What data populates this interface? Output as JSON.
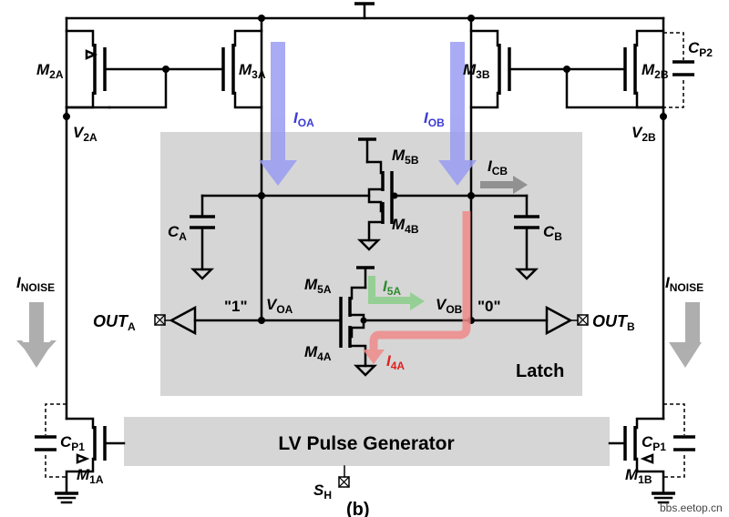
{
  "transistors": {
    "m2a": {
      "name": "M",
      "sub": "2A"
    },
    "m3a": {
      "name": "M",
      "sub": "3A"
    },
    "m3b": {
      "name": "M",
      "sub": "3B"
    },
    "m2b": {
      "name": "M",
      "sub": "2B"
    },
    "m5b": {
      "name": "M",
      "sub": "5B"
    },
    "m4b": {
      "name": "M",
      "sub": "4B"
    },
    "m5a": {
      "name": "M",
      "sub": "5A"
    },
    "m4a": {
      "name": "M",
      "sub": "4A"
    },
    "m1a": {
      "name": "M",
      "sub": "1A"
    },
    "m1b": {
      "name": "M",
      "sub": "1B"
    }
  },
  "nodes": {
    "v2a": {
      "name": "V",
      "sub": "2A"
    },
    "v2b": {
      "name": "V",
      "sub": "2B"
    },
    "voa": {
      "name": "V",
      "sub": "OA"
    },
    "vob": {
      "name": "V",
      "sub": "OB"
    }
  },
  "capacitors": {
    "cp2": {
      "name": "C",
      "sub": "P2"
    },
    "ca": {
      "name": "C",
      "sub": "A"
    },
    "cb": {
      "name": "C",
      "sub": "B"
    },
    "cp1a": {
      "name": "C",
      "sub": "P1"
    },
    "cp1b": {
      "name": "C",
      "sub": "P1"
    }
  },
  "currents": {
    "ioa": {
      "name": "I",
      "sub": "OA",
      "color": "#3b3bd6"
    },
    "iob": {
      "name": "I",
      "sub": "OB",
      "color": "#3b3bd6"
    },
    "icb": {
      "name": "I",
      "sub": "CB",
      "color": "#000000"
    },
    "i5a": {
      "name": "I",
      "sub": "5A",
      "color": "#2e8b2e"
    },
    "i4a": {
      "name": "I",
      "sub": "4A",
      "color": "#e02020"
    },
    "inoise_left": {
      "name": "I",
      "sub": "NOISE"
    },
    "inoise_right": {
      "name": "I",
      "sub": "NOISE"
    }
  },
  "logic": {
    "one": "\"1\"",
    "zero": "\"0\"",
    "color": "#e020d0"
  },
  "outputs": {
    "outa": {
      "name": "OUT",
      "sub": "A"
    },
    "outb": {
      "name": "OUT",
      "sub": "B"
    }
  },
  "sh": {
    "name": "S",
    "sub": "H"
  },
  "latch_label": "Latch",
  "pulse_generator_label": "LV Pulse Generator",
  "figure_label": "(b)",
  "watermark": "bbs.eetop.cn",
  "colors": {
    "block_fill": "#d6d6d6",
    "blue_arrow": "#9a9cf2",
    "grey_arrow": "#a6a6a6",
    "green_arrow": "#8fcf8f",
    "red_arrow": "#f08a8a"
  }
}
